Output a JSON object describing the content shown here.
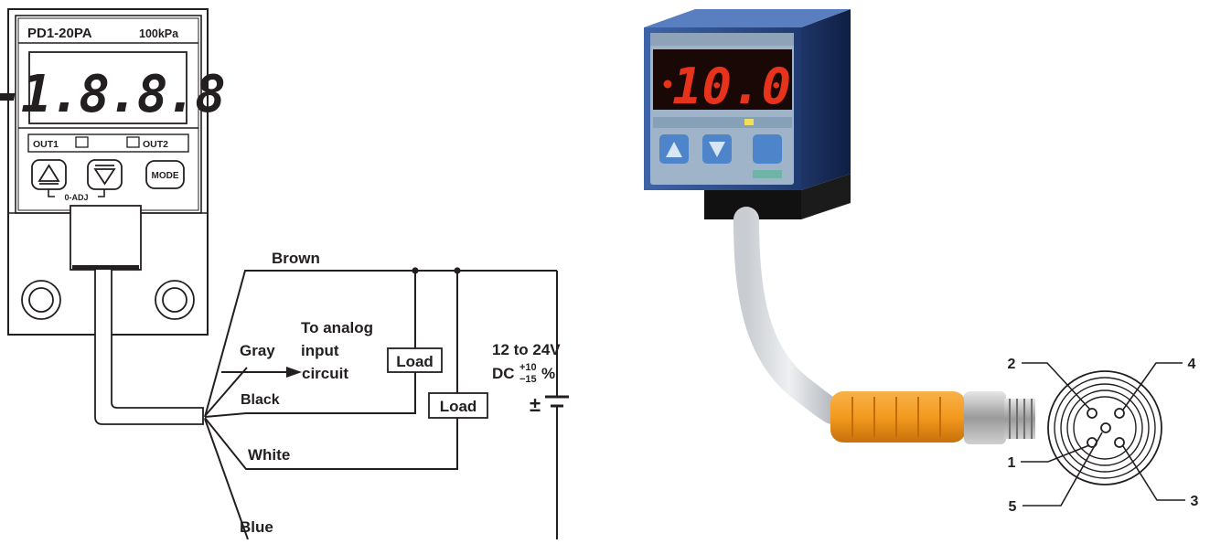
{
  "sensor_front": {
    "model": "PD1-20PA",
    "range": "100kPa",
    "display": "-1.8.8.8",
    "out1_label": "OUT1",
    "out2_label": "OUT2",
    "adj_label": "0-ADJ",
    "mode_label": "MODE"
  },
  "wiring": {
    "brown": "Brown",
    "gray": "Gray",
    "black": "Black",
    "white": "White",
    "blue": "Blue",
    "analog_line1": "To analog",
    "analog_line2": "input",
    "analog_line3": "circuit",
    "load_1": "Load",
    "load_2": "Load",
    "supply_line1": "12 to 24V",
    "supply_dc": "DC",
    "supply_plus": "+10",
    "supply_minus": "−15",
    "supply_pct": "%",
    "battery_sign": "±"
  },
  "photo": {
    "display_reading": "10.0"
  },
  "connector_pins": {
    "pin_2": "2",
    "pin_4": "4",
    "pin_1": "1",
    "pin_5": "5",
    "pin_3": "3"
  },
  "colors": {
    "ink": "#231f20",
    "sensor_blue": "#2d4f8e",
    "led_red": "#e8331c",
    "connector_orange": "#f39a1e"
  }
}
